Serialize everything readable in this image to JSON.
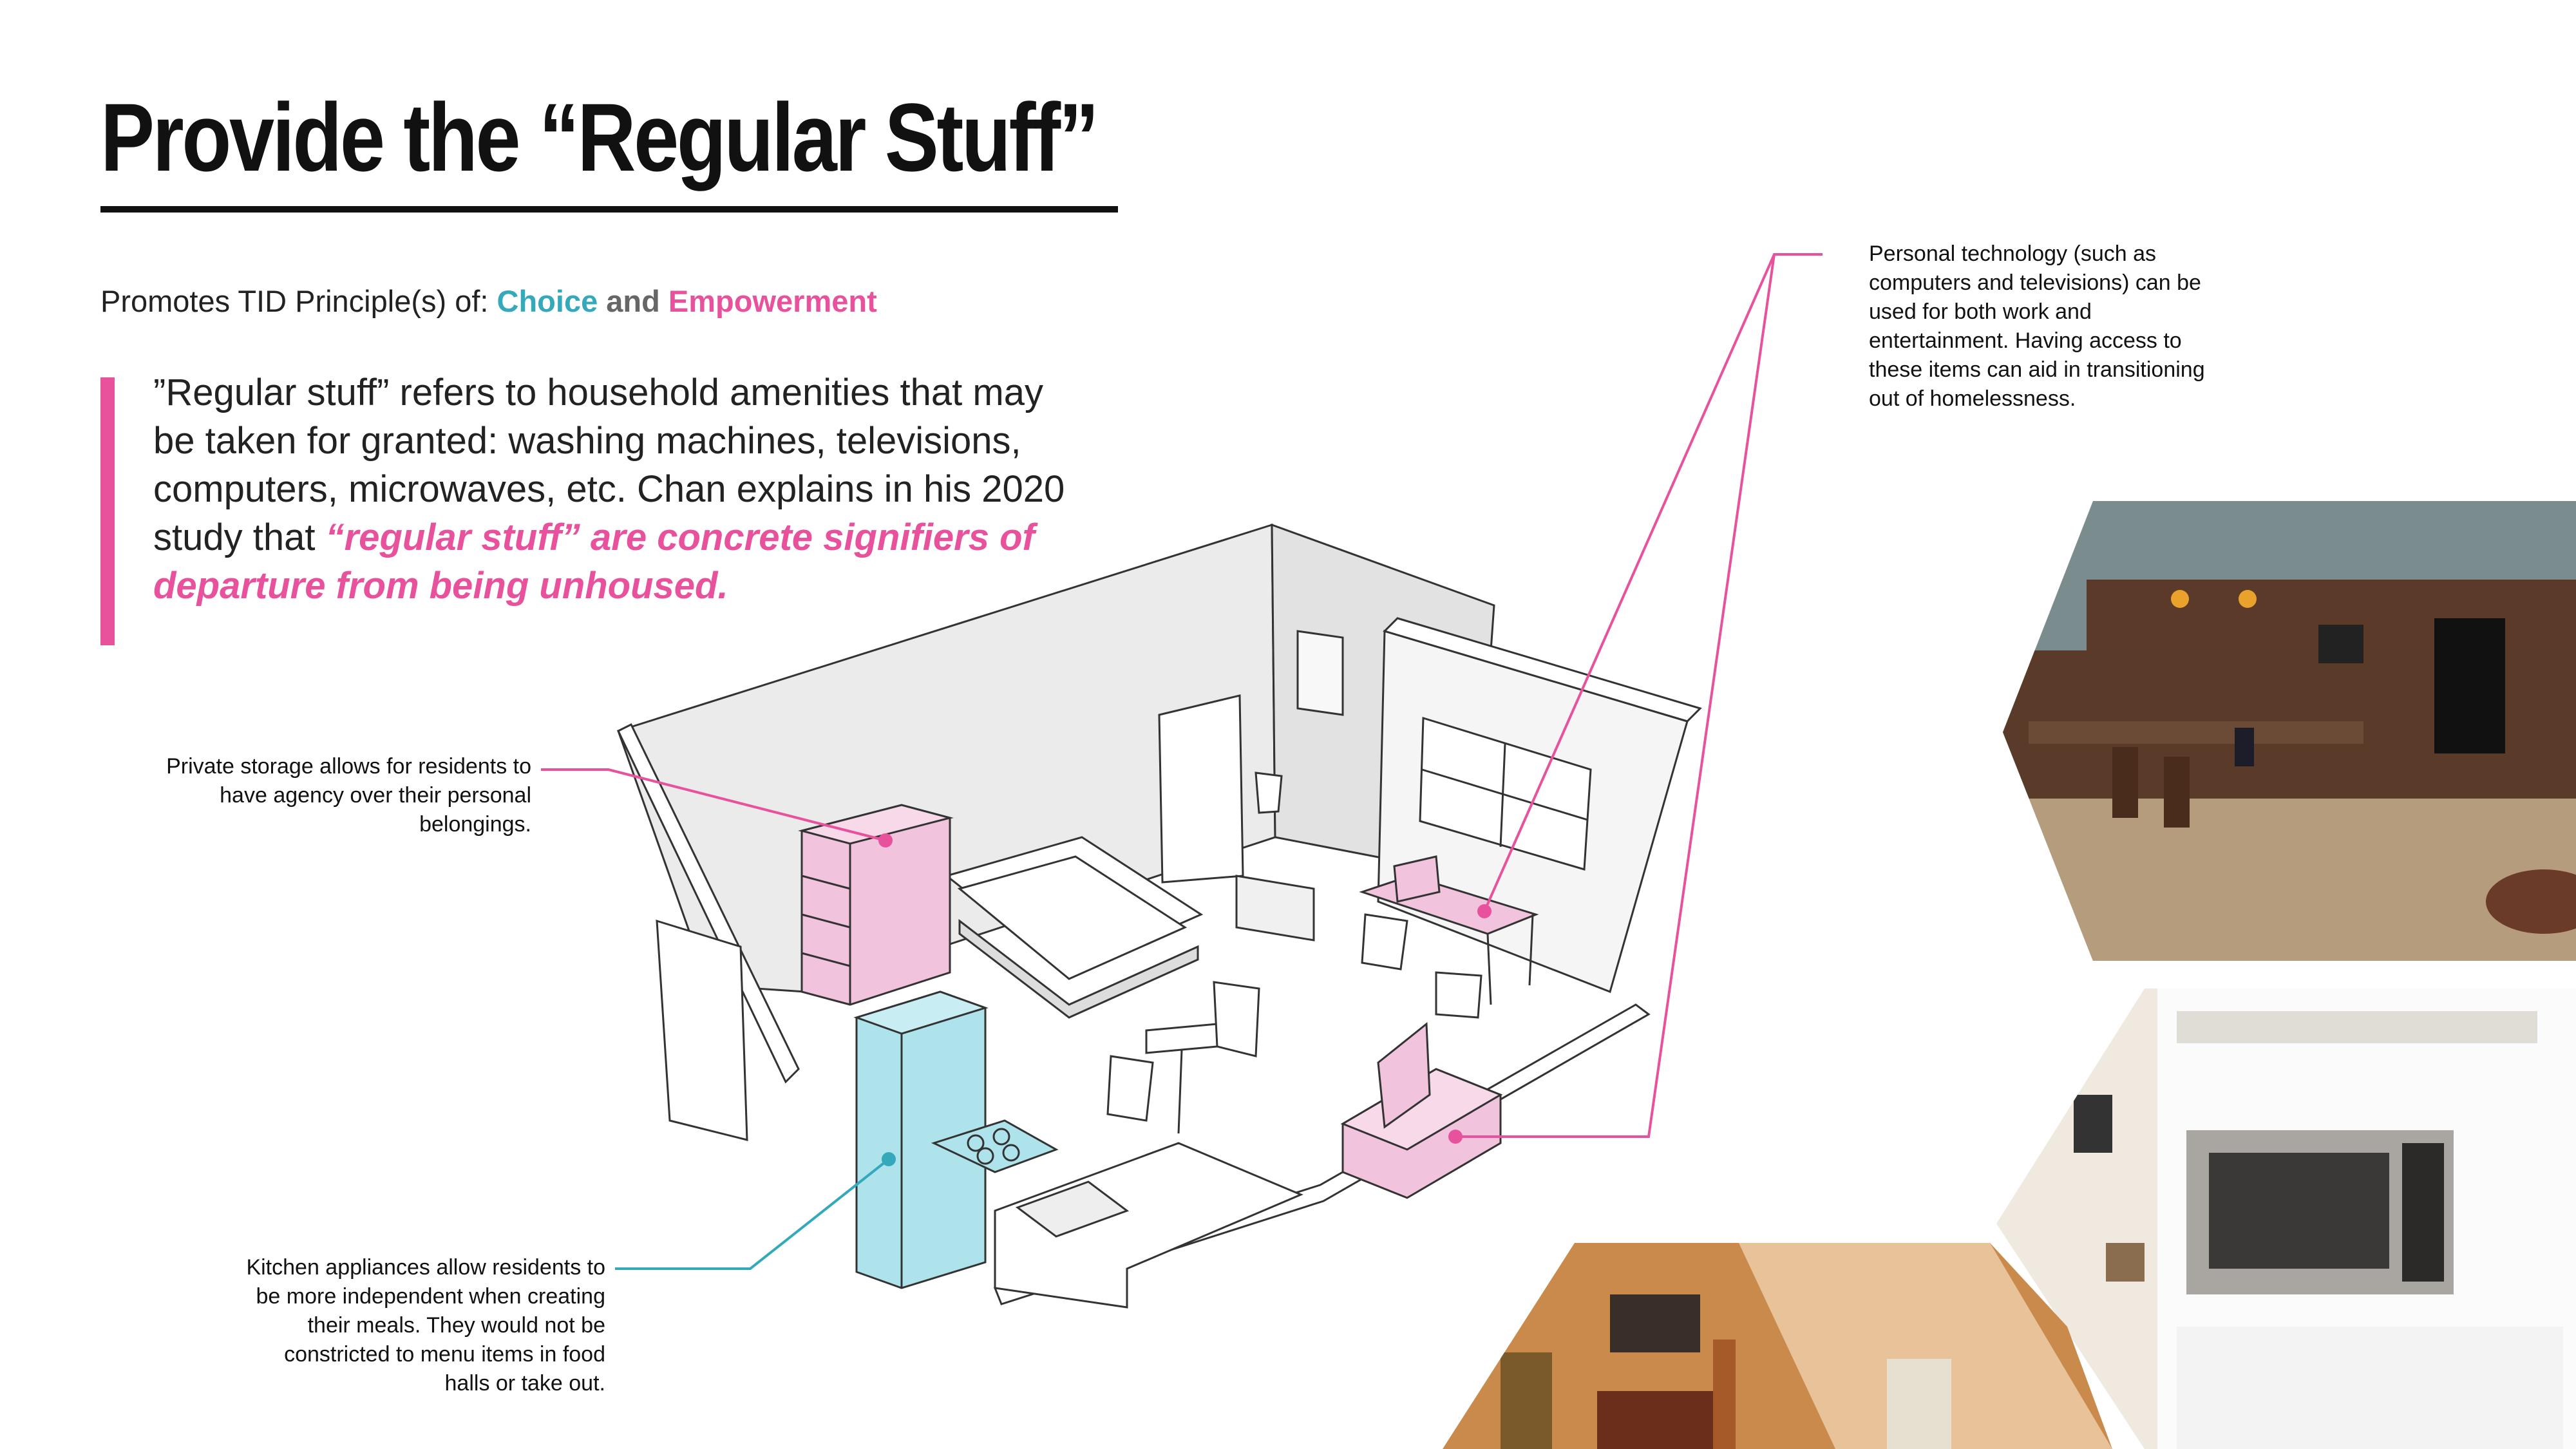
{
  "title": "Provide the “Regular Stuff”",
  "principles": {
    "prefix": "Promotes TID Principle(s) of: ",
    "choice": "Choice",
    "and": " and ",
    "empowerment": "Empowerment"
  },
  "quote": {
    "plain": "”Regular stuff” refers to household amenities that may be taken for granted: washing machines, televisions, computers, microwaves, etc. Chan explains in his 2020 study that ",
    "emphasis": "“regular stuff” are concrete signifiers of departure from being unhoused."
  },
  "callouts": {
    "storage": "Private storage allows for residents to have agency over their personal belongings.",
    "kitchen": "Kitchen appliances allow residents to be more independent when creating their meals. They would not be constricted to menu items in food halls or take out.",
    "technology": "Personal technology (such as computers and televisions) can be used for both work and entertainment. Having access to these items can aid in transitioning out of homelessness."
  },
  "colors": {
    "pink": "#e8529c",
    "teal": "#34a9bb",
    "pink_fill": "#f2c3dd",
    "teal_fill": "#aee3ec"
  }
}
